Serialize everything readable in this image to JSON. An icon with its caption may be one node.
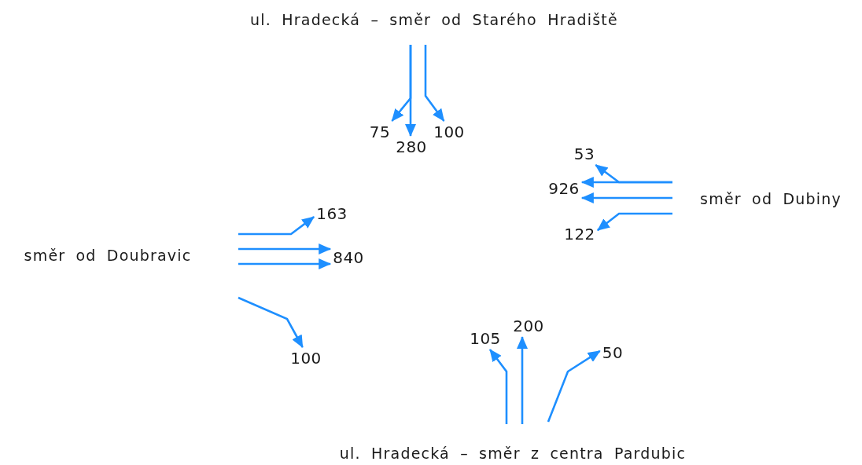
{
  "diagram": {
    "nodes": [
      {
        "text": [
          "ul. Hradecká – směr od Starého Hradiště"
        ]
      },
      {
        "text": [
          "75"
        ]
      },
      {
        "text": [
          "280"
        ]
      },
      {
        "text": [
          "100"
        ]
      },
      {
        "text": [
          "53"
        ]
      },
      {
        "text": [
          "926"
        ]
      },
      {
        "text": [
          "směr od Dubiny"
        ]
      },
      {
        "text": [
          "122"
        ]
      },
      {
        "text": [
          "163"
        ]
      },
      {
        "text": [
          "směr od Doubravic"
        ]
      },
      {
        "text": [
          "840"
        ]
      },
      {
        "text": [
          "105"
        ]
      },
      {
        "text": [
          "200"
        ]
      },
      {
        "text": [
          "100"
        ]
      },
      {
        "text": [
          "50"
        ]
      },
      {
        "text": [
          "ul. Hradecká – směr z centra Pardubic"
        ]
      }
    ],
    "edges": [
      {
        "from": null,
        "to": 1,
        "arrow": "to"
      },
      {
        "from": null,
        "to": 2,
        "arrow": "to"
      },
      {
        "from": null,
        "to": 3,
        "arrow": "to"
      },
      {
        "from": null,
        "to": 4,
        "arrow": "to"
      },
      {
        "from": null,
        "to": 5,
        "arrow": "to"
      },
      {
        "from": null,
        "to": 5,
        "arrow": "to"
      },
      {
        "from": null,
        "to": 7,
        "arrow": "to"
      },
      {
        "from": null,
        "to": 8,
        "arrow": "to"
      },
      {
        "from": null,
        "to": 10,
        "arrow": "to"
      },
      {
        "from": null,
        "to": 10,
        "arrow": "to"
      },
      {
        "from": null,
        "to": 13,
        "arrow": "to"
      },
      {
        "from": null,
        "to": 11,
        "arrow": "to"
      },
      {
        "from": null,
        "to": 12,
        "arrow": "to"
      },
      {
        "from": null,
        "to": 14,
        "arrow": "to"
      }
    ]
  }
}
